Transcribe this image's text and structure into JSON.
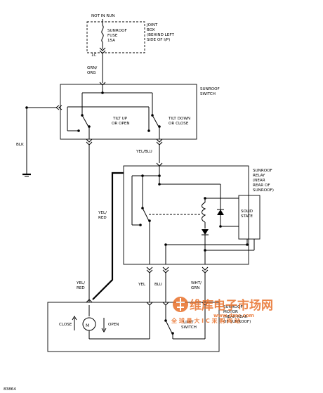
{
  "fuse_box": {
    "top_label": "NOT IN RUN",
    "fuse_lines": [
      "SUNROOF",
      "FUSE",
      "15A"
    ],
    "box_lines": [
      "JOINT",
      "BOX",
      "(BEHIND LEFT",
      "SIDE OF I/P)"
    ],
    "connector": "1C"
  },
  "wires": {
    "grn_org": [
      "GRN/",
      "ORG"
    ],
    "blk": "BLK",
    "yel_blu": "YEL/BLU",
    "yel_red_mid": [
      "YEL/",
      "RED"
    ],
    "yel_red_bottom": [
      "YEL/",
      "RED"
    ],
    "yel": "YEL",
    "blu": "BLU",
    "wht_grn": [
      "WHT/",
      "GRN"
    ]
  },
  "switch": {
    "title_lines": [
      "SUNROOF",
      "SWITCH"
    ],
    "tilt_up": [
      "TILT UP",
      "OR OPEN"
    ],
    "tilt_down": [
      "TILT DOWN",
      "OR CLOSE"
    ]
  },
  "relay": {
    "title_lines": [
      "SUNROOF",
      "RELAY",
      "(NEAR",
      "REAR OF",
      "SUNROOF)"
    ],
    "solid_state": [
      "SOLID",
      "STATE"
    ]
  },
  "motor": {
    "title_lines": [
      "SUNROOF",
      "MOTOR",
      "(NEAR REAR",
      "OF SUNROOF)"
    ],
    "close": "CLOSE",
    "open": "OPEN",
    "symbol": "M",
    "limit_switch": [
      "LIMIT",
      "SWITCH"
    ]
  },
  "figure_id": "83864",
  "watermark": {
    "title": "维库电子市场网",
    "url": "www.dzsc.com",
    "slogan": "全 球 最 大 I C 采 购 网 站",
    "color": "#e8702a"
  }
}
